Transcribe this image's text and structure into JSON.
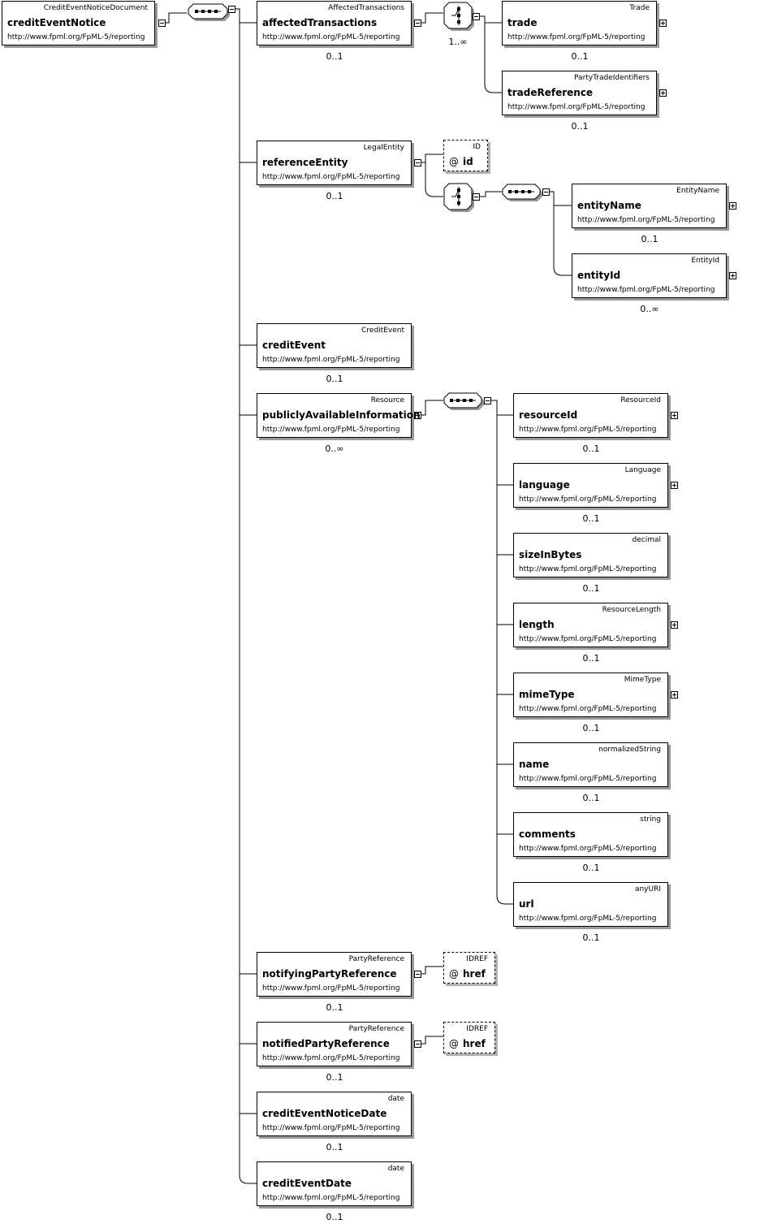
{
  "root": {
    "type": "CreditEventNoticeDocument",
    "name": "creditEventNotice",
    "namespace": "http://www.fpml.org/FpML-5/reporting"
  },
  "affected_transactions": {
    "type": "AffectedTransactions",
    "name": "affectedTransactions",
    "namespace": "http://www.fpml.org/FpML-5/reporting",
    "cardinality": "0..1",
    "choice_cardinality": "1..∞",
    "trade": {
      "type": "Trade",
      "name": "trade",
      "namespace": "http://www.fpml.org/FpML-5/reporting",
      "cardinality": "0..1"
    },
    "trade_reference": {
      "type": "PartyTradeIdentifiers",
      "name": "tradeReference",
      "namespace": "http://www.fpml.org/FpML-5/reporting",
      "cardinality": "0..1"
    }
  },
  "reference_entity": {
    "type": "LegalEntity",
    "name": "referenceEntity",
    "namespace": "http://www.fpml.org/FpML-5/reporting",
    "cardinality": "0..1",
    "id_attr": {
      "type": "ID",
      "symbol": "@",
      "name": "id"
    },
    "entity_name": {
      "type": "EntityName",
      "name": "entityName",
      "namespace": "http://www.fpml.org/FpML-5/reporting",
      "cardinality": "0..1"
    },
    "entity_id": {
      "type": "EntityId",
      "name": "entityId",
      "namespace": "http://www.fpml.org/FpML-5/reporting",
      "cardinality": "0..∞"
    }
  },
  "credit_event": {
    "type": "CreditEvent",
    "name": "creditEvent",
    "namespace": "http://www.fpml.org/FpML-5/reporting",
    "cardinality": "0..1"
  },
  "publicly_available_information": {
    "type": "Resource",
    "name": "publiclyAvailableInformation",
    "namespace": "http://www.fpml.org/FpML-5/reporting",
    "cardinality": "0..∞",
    "children": [
      {
        "type": "ResourceId",
        "name": "resourceId",
        "namespace": "http://www.fpml.org/FpML-5/reporting",
        "cardinality": "0..1"
      },
      {
        "type": "Language",
        "name": "language",
        "namespace": "http://www.fpml.org/FpML-5/reporting",
        "cardinality": "0..1"
      },
      {
        "type": "decimal",
        "name": "sizeInBytes",
        "namespace": "http://www.fpml.org/FpML-5/reporting",
        "cardinality": "0..1"
      },
      {
        "type": "ResourceLength",
        "name": "length",
        "namespace": "http://www.fpml.org/FpML-5/reporting",
        "cardinality": "0..1"
      },
      {
        "type": "MimeType",
        "name": "mimeType",
        "namespace": "http://www.fpml.org/FpML-5/reporting",
        "cardinality": "0..1"
      },
      {
        "type": "normalizedString",
        "name": "name",
        "namespace": "http://www.fpml.org/FpML-5/reporting",
        "cardinality": "0..1"
      },
      {
        "type": "string",
        "name": "comments",
        "namespace": "http://www.fpml.org/FpML-5/reporting",
        "cardinality": "0..1"
      },
      {
        "type": "anyURI",
        "name": "url",
        "namespace": "http://www.fpml.org/FpML-5/reporting",
        "cardinality": "0..1"
      }
    ]
  },
  "notifying_party_reference": {
    "type": "PartyReference",
    "name": "notifyingPartyReference",
    "namespace": "http://www.fpml.org/FpML-5/reporting",
    "cardinality": "0..1",
    "href_attr": {
      "type": "IDREF",
      "symbol": "@",
      "name": "href"
    }
  },
  "notified_party_reference": {
    "type": "PartyReference",
    "name": "notifiedPartyReference",
    "namespace": "http://www.fpml.org/FpML-5/reporting",
    "cardinality": "0..1",
    "href_attr": {
      "type": "IDREF",
      "symbol": "@",
      "name": "href"
    }
  },
  "credit_event_notice_date": {
    "type": "date",
    "name": "creditEventNoticeDate",
    "namespace": "http://www.fpml.org/FpML-5/reporting",
    "cardinality": "0..1"
  },
  "credit_event_date": {
    "type": "date",
    "name": "creditEventDate",
    "namespace": "http://www.fpml.org/FpML-5/reporting",
    "cardinality": "0..1"
  }
}
